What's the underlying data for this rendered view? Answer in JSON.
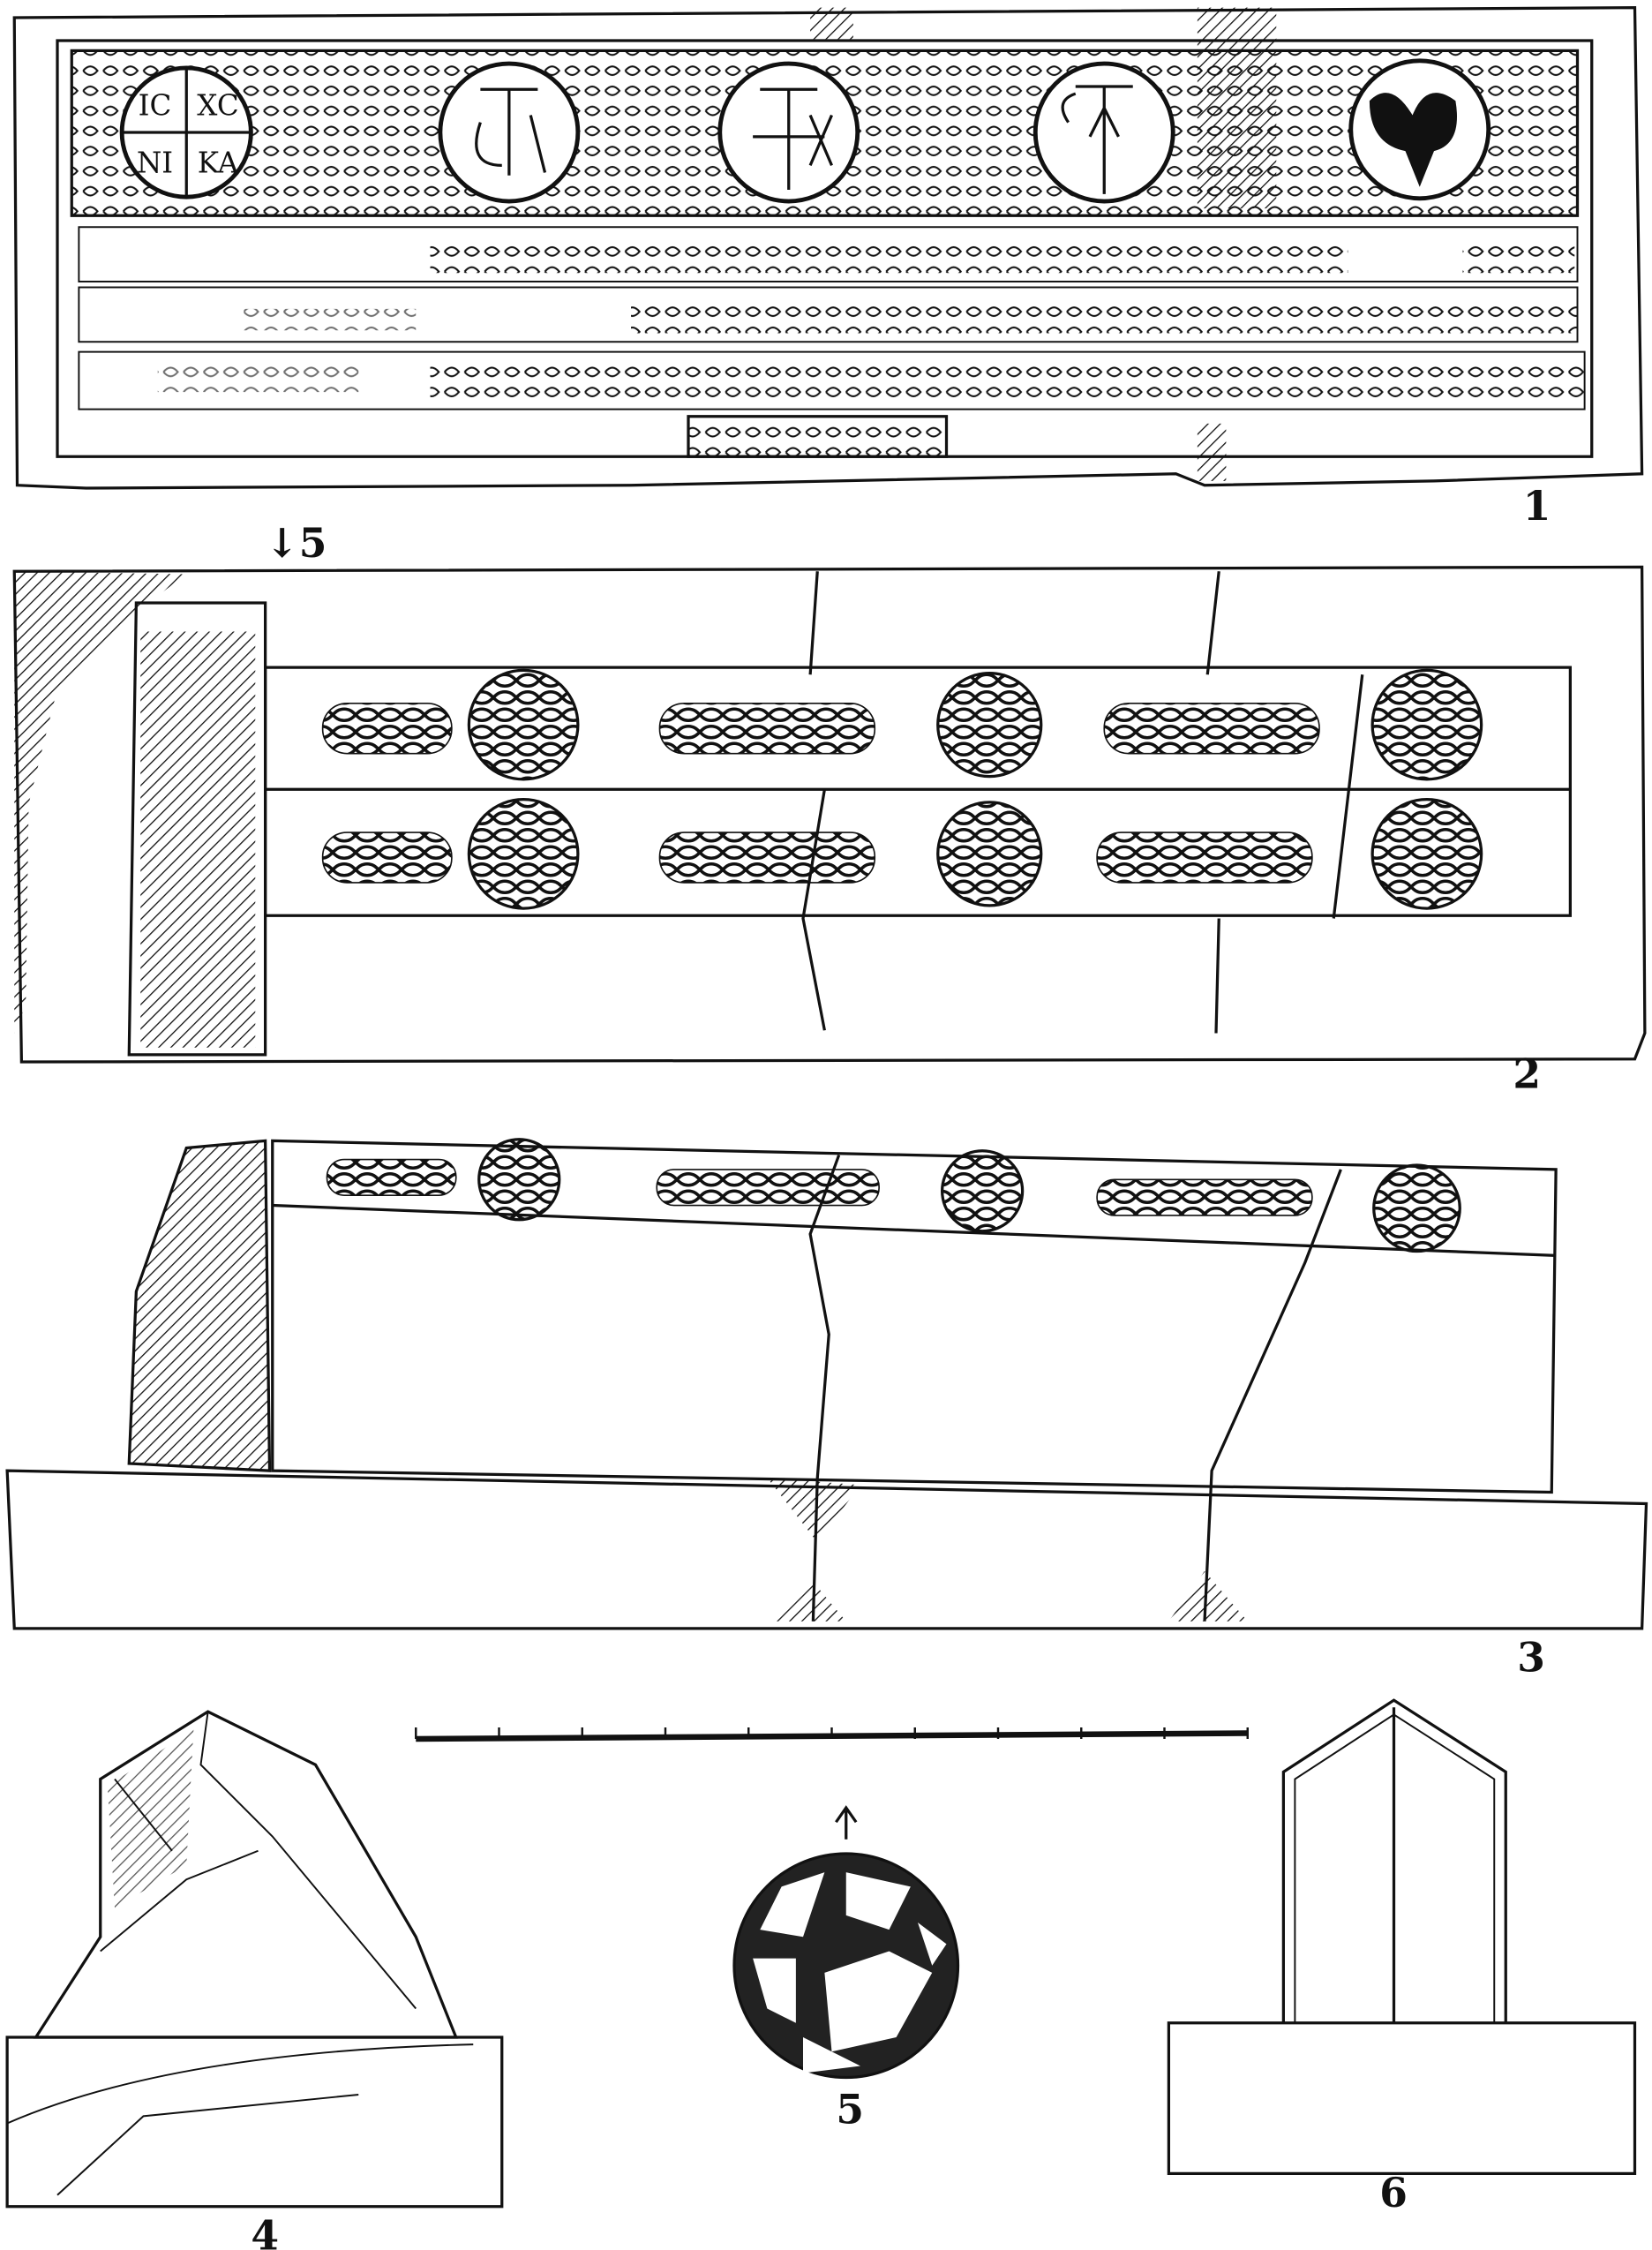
{
  "figure_labels": {
    "fig1": "1",
    "fig2": "2",
    "fig3": "3",
    "fig4": "4",
    "fig5": "5",
    "fig6": "6"
  },
  "section_marker": "↓5",
  "medallion_monogram": {
    "tl": "IC",
    "tr": "XC",
    "bl": "NI",
    "br": "KA"
  },
  "scale_bar": {
    "ticks": 10
  }
}
